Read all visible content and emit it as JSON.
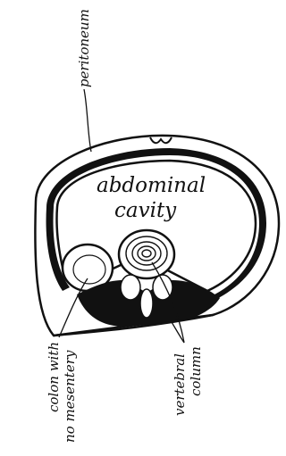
{
  "labels": {
    "peritoneum": "peritoneum",
    "abdominal": "abdominal",
    "cavity": "cavity",
    "colon_line1": "colon with",
    "colon_line2": "no mesentery",
    "vertebral_line1": "vertebral",
    "vertebral_line2": "column"
  },
  "colors": {
    "ink": "#111111",
    "paper": "#ffffff"
  }
}
